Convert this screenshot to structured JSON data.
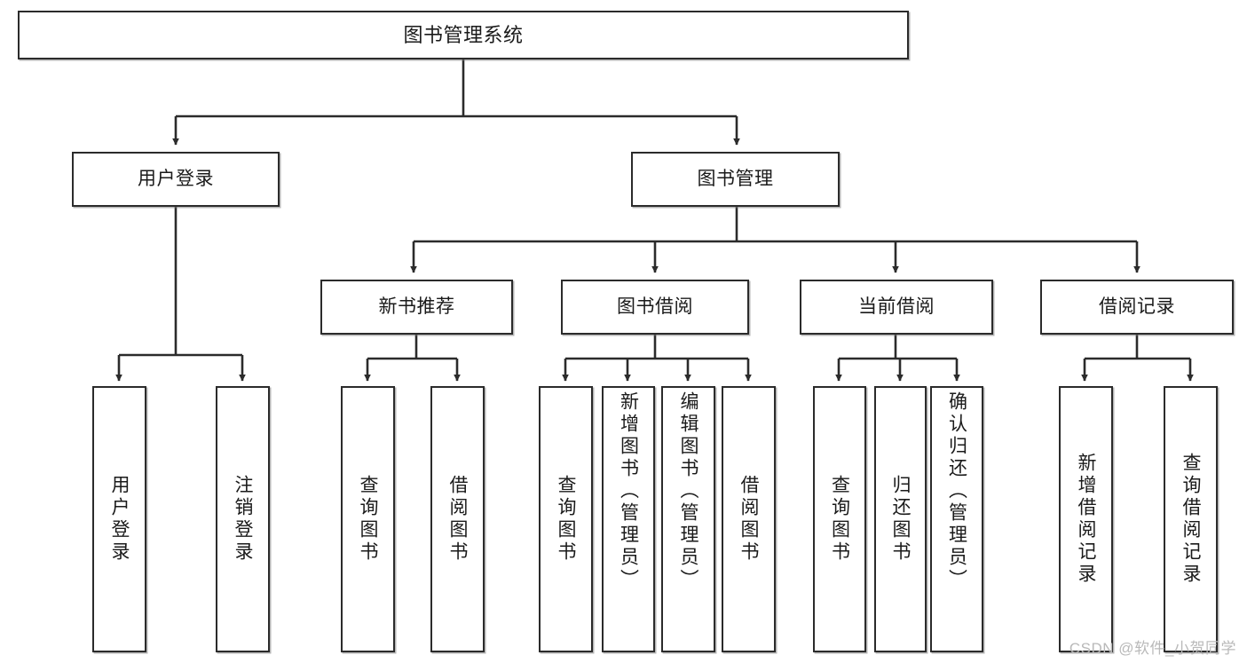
{
  "diagram": {
    "title": "图书管理系统",
    "type": "hierarchy-tree",
    "colors": {
      "box_border": "#2b2b2b",
      "box_fill": "#ffffff",
      "connector": "#2b2b2b",
      "watermark": "#b9b9b9"
    },
    "levels": {
      "root": {
        "label": "图书管理系统"
      },
      "level2": [
        {
          "id": "user-login",
          "label": "用户登录"
        },
        {
          "id": "book-management",
          "label": "图书管理"
        }
      ],
      "level3": [
        {
          "id": "new-book-recommend",
          "label": "新书推荐",
          "parent": "book-management"
        },
        {
          "id": "book-borrow",
          "label": "图书借阅",
          "parent": "book-management"
        },
        {
          "id": "current-borrow",
          "label": "当前借阅",
          "parent": "book-management"
        },
        {
          "id": "borrow-record",
          "label": "借阅记录",
          "parent": "book-management"
        }
      ],
      "leaves": [
        {
          "id": "leaf-user-login",
          "label": "用户登录",
          "parent": "user-login"
        },
        {
          "id": "leaf-user-logout",
          "label": "注销登录",
          "parent": "user-login"
        },
        {
          "id": "leaf-query-book-1",
          "label": "查询图书",
          "parent": "new-book-recommend"
        },
        {
          "id": "leaf-borrow-book-1",
          "label": "借阅图书",
          "parent": "new-book-recommend"
        },
        {
          "id": "leaf-query-book-2",
          "label": "查询图书",
          "parent": "book-borrow"
        },
        {
          "id": "leaf-add-book",
          "label": "新增图书（管理员）",
          "parent": "book-borrow"
        },
        {
          "id": "leaf-edit-book",
          "label": "编辑图书（管理员）",
          "parent": "book-borrow"
        },
        {
          "id": "leaf-borrow-book-2",
          "label": "借阅图书",
          "parent": "book-borrow"
        },
        {
          "id": "leaf-query-book-3",
          "label": "查询图书",
          "parent": "current-borrow"
        },
        {
          "id": "leaf-return-book",
          "label": "归还图书",
          "parent": "current-borrow"
        },
        {
          "id": "leaf-confirm-return",
          "label": "确认归还（管理员）",
          "parent": "current-borrow"
        },
        {
          "id": "leaf-add-record",
          "label": "新增借阅记录",
          "parent": "borrow-record"
        },
        {
          "id": "leaf-query-record",
          "label": "查询借阅记录",
          "parent": "borrow-record"
        }
      ]
    },
    "watermark": "CSDN @软件_小贺同学"
  }
}
